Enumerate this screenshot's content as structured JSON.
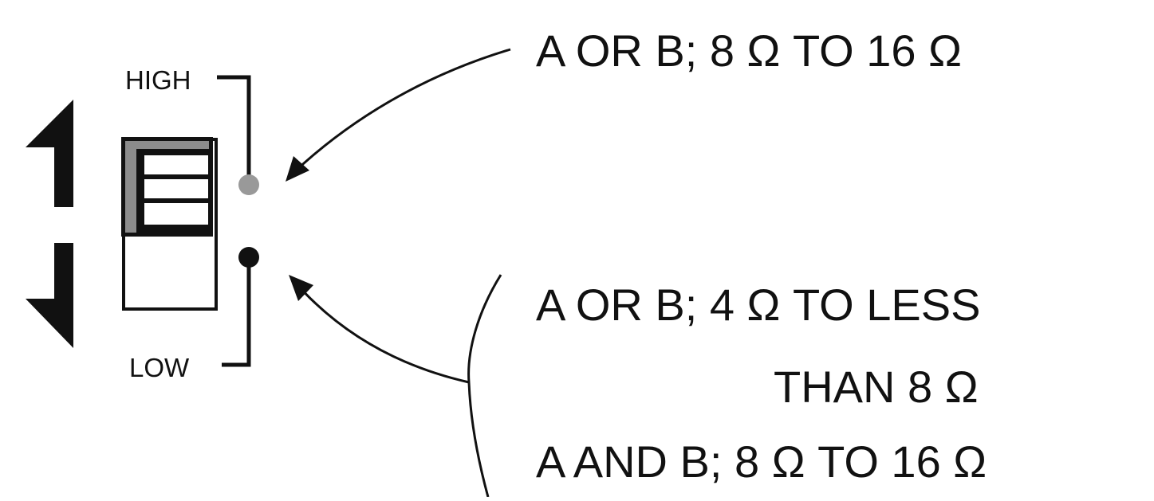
{
  "switch": {
    "high_label": "HIGH",
    "low_label": "LOW"
  },
  "callouts": {
    "high_setting": "A OR B; 8 Ω TO 16 Ω",
    "low_setting_line1": "A OR B; 4 Ω TO LESS",
    "low_setting_line2": "THAN 8 Ω",
    "low_setting_line3": "A AND B; 8 Ω TO 16 Ω"
  },
  "colors": {
    "ink": "#111111",
    "high_indicator": "#999999",
    "low_indicator": "#111111",
    "slider_shade": "#8c8c8c",
    "background": "#ffffff"
  },
  "icons": {
    "up": "arrow-up-icon",
    "down": "arrow-down-icon"
  }
}
